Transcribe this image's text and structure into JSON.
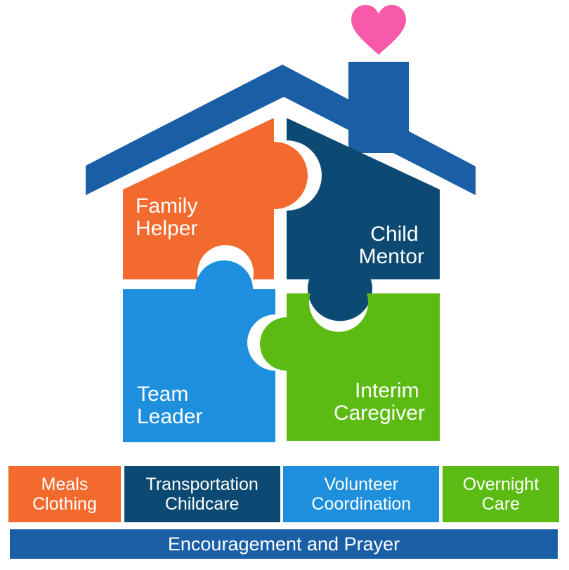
{
  "colors": {
    "roof": "#1a5fa6",
    "orange": "#f26a2e",
    "navy": "#0d4a73",
    "blue": "#1e8fdc",
    "green": "#5bbb12",
    "heart": "#f75aa8",
    "bar_blue": "#1a5fa6"
  },
  "icons": {
    "heart": "heart-icon"
  },
  "pieces": {
    "family_helper": {
      "line1": "Family",
      "line2": "Helper"
    },
    "child_mentor": {
      "line1": "Child",
      "line2": "Mentor"
    },
    "team_leader": {
      "line1": "Team",
      "line2": "Leader"
    },
    "interim_caregiver": {
      "line1": "Interim",
      "line2": "Caregiver"
    }
  },
  "services": [
    {
      "line1": "Meals",
      "line2": "Clothing"
    },
    {
      "line1": "Transportation",
      "line2": "Childcare"
    },
    {
      "line1": "Volunteer",
      "line2": "Coordination"
    },
    {
      "line1": "Overnight",
      "line2": "Care"
    }
  ],
  "foundation": "Encouragement and Prayer"
}
